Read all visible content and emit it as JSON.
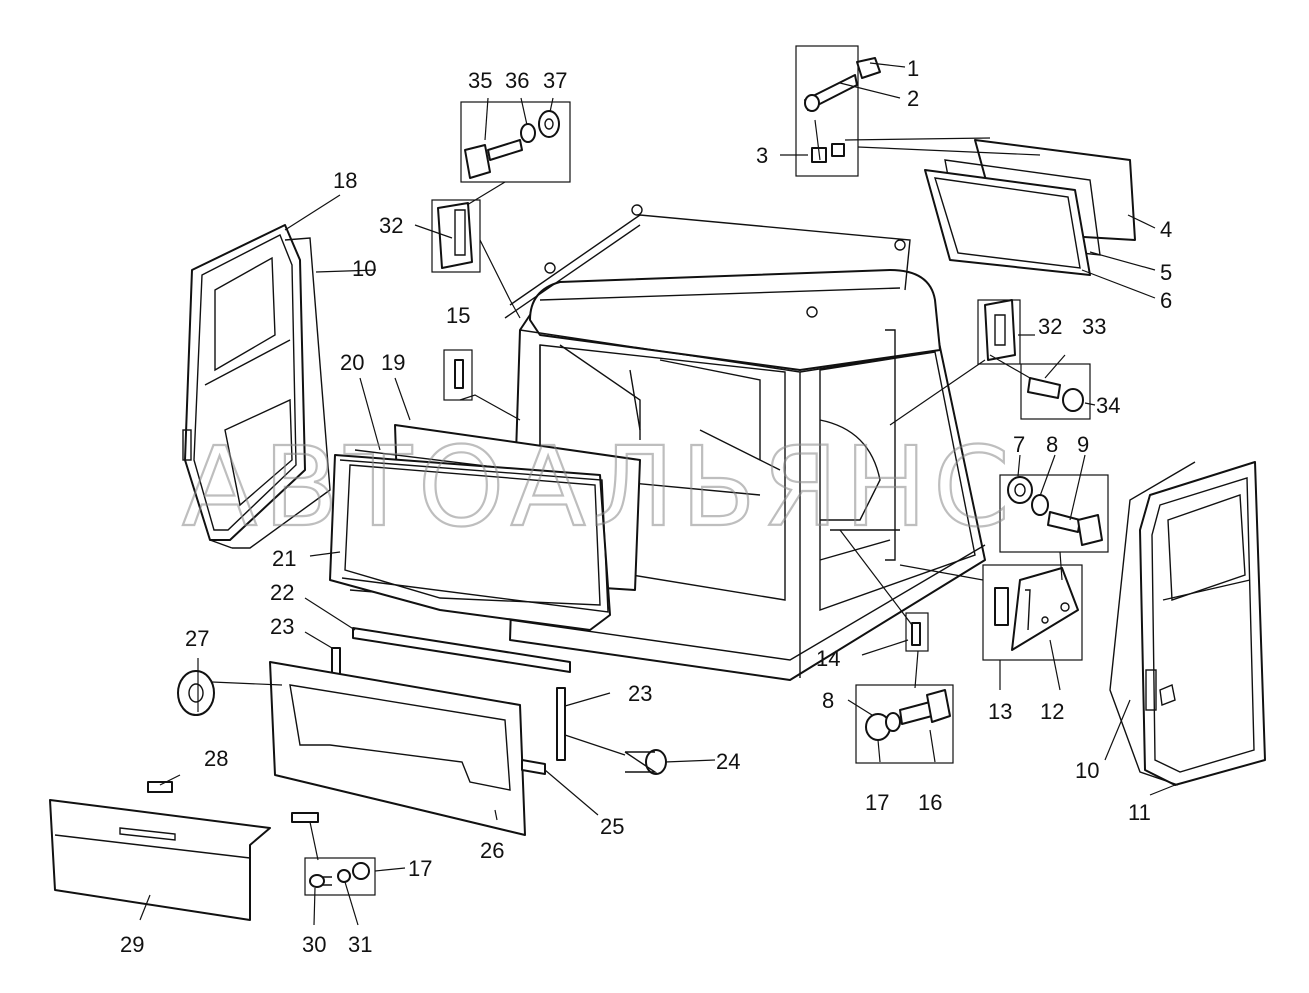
{
  "watermark": "АВТОАЛЬЯНС",
  "callouts": {
    "c1": "1",
    "c2": "2",
    "c3": "3",
    "c4": "4",
    "c5": "5",
    "c6": "6",
    "c7": "7",
    "c8a": "8",
    "c8b": "8",
    "c9": "9",
    "c10a": "10",
    "c10b": "10",
    "c11": "11",
    "c12": "12",
    "c13": "13",
    "c14": "14",
    "c15": "15",
    "c16": "16",
    "c17a": "17",
    "c17b": "17",
    "c18": "18",
    "c19": "19",
    "c20": "20",
    "c21": "21",
    "c22": "22",
    "c23a": "23",
    "c23b": "23",
    "c24": "24",
    "c25": "25",
    "c26": "26",
    "c27": "27",
    "c28": "28",
    "c29": "29",
    "c30": "30",
    "c31": "31",
    "c32a": "32",
    "c32b": "32",
    "c33": "33",
    "c34": "34",
    "c35": "35",
    "c36": "36",
    "c37": "37"
  }
}
